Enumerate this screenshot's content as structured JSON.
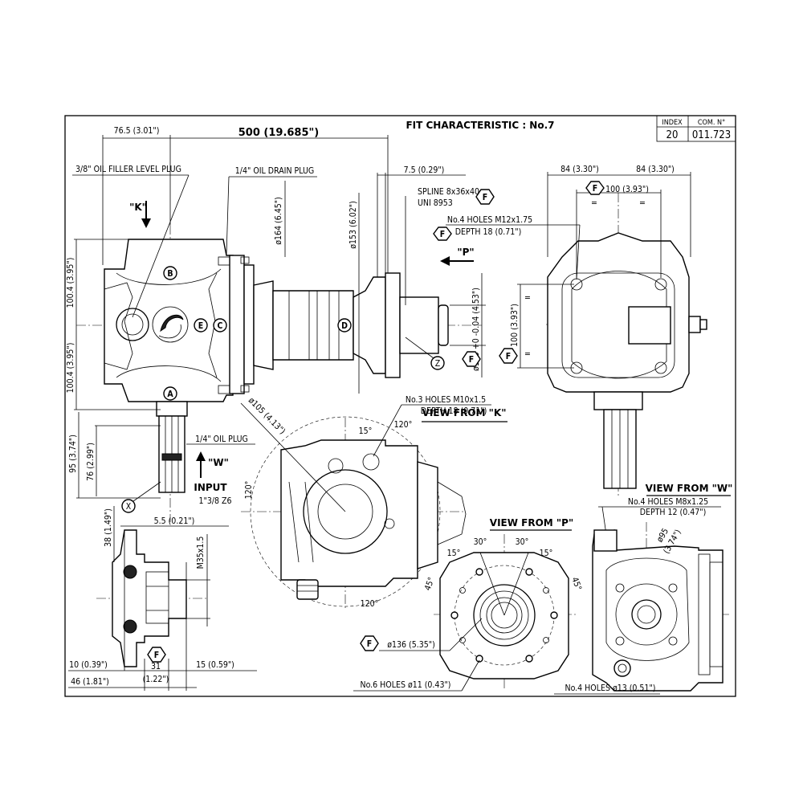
{
  "header": {
    "title": "FIT CHARACTERISTIC : No.7",
    "index_label": "INDEX",
    "com_label": "COM. N°",
    "index_value": "20",
    "com_value": "011.723"
  },
  "dims": {
    "d76_5": "76.5 (3.01\")",
    "d500": "500 (19.685\")",
    "d7_5": "7.5 (0.29\")",
    "d84a": "84 (3.30\")",
    "d84b": "84 (3.30\")",
    "d100top": "100 (3.93\")",
    "d100side": "100 (3.93\")",
    "d100_4a": "100.4 (3.95\")",
    "d100_4b": "100.4 (3.95\")",
    "d164": "ø164 (6.45\")",
    "d153": "ø153 (6.02\")",
    "d115": "ø115 +0 -0.04 (4.53\")",
    "d105": "ø105 (4.13\")",
    "d95": "95 (3.74\")",
    "d76": "76 (2.99\")",
    "d38": "38 (1.49\")",
    "d5_5": "5.5 (0.21\")",
    "dm35": "M35x1.5",
    "d10": "10 (0.39\")",
    "d31": "31",
    "d31in": "(1.22\")",
    "d15": "15 (0.59\")",
    "d46": "46 (1.81\")",
    "d136": "ø136 (5.35\")",
    "d95view": "ø95",
    "d95viewin": "(3.74\")",
    "a15": "15°",
    "a120a": "120°",
    "a120b": "120°",
    "a120c": "120°",
    "a30a": "30°",
    "a30b": "30°",
    "a15b": "15°",
    "a15c": "15°",
    "a45a": "45°",
    "a45b": "45°"
  },
  "notes": {
    "oil_filler": "3/8\" OIL FILLER LEVEL PLUG",
    "oil_drain": "1/4\" OIL DRAIN PLUG",
    "oil_plug": "1/4\" OIL PLUG",
    "spline1": "SPLINE 8x36x40",
    "spline2": "UNI 8953",
    "holes_m12": "No.4 HOLES M12x1.75",
    "depth18a": "DEPTH 18 (0.71\")",
    "holes_m10": "No.3 HOLES M10x1.5",
    "depth18b": "DEPTH 18 (0.71\")",
    "holes_m8": "No.4 HOLES M8x1.25",
    "depth12": "DEPTH 12 (0.47\")",
    "holes_11": "No.6 HOLES ø11 (0.43\")",
    "holes_13": "No.4 HOLES ø13 (0.51\")",
    "input": "INPUT",
    "input_shaft": "1\"3/8 Z6",
    "view_k": "VIEW FROM \"K\"",
    "view_p": "VIEW FROM \"P\"",
    "view_w": "VIEW FROM \"W\"",
    "arrow_k": "\"K\"",
    "arrow_p": "\"P\"",
    "arrow_w": "\"W\"",
    "f": "F",
    "mark_a": "A",
    "mark_b": "B",
    "mark_c": "C",
    "mark_d": "D",
    "mark_e": "E",
    "mark_x": "X",
    "mark_z": "Z",
    "eq": "="
  }
}
